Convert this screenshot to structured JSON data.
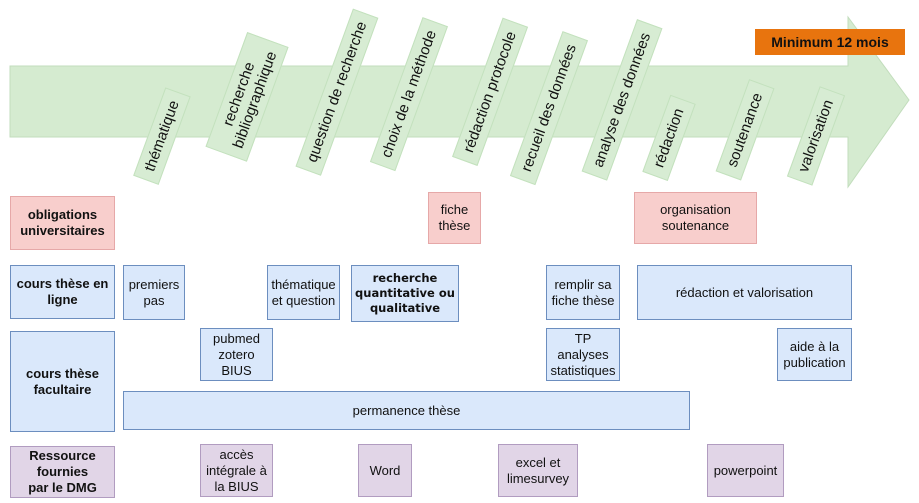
{
  "badge": "Minimum  12 mois",
  "stages": [
    "thématique",
    "recherche\nbibliographique",
    "question de recherche",
    "choix de la méthode",
    "rédaction protocole",
    "recueil des données",
    "analyse des données",
    "rédaction",
    "soutenance",
    "valorisation"
  ],
  "rows": {
    "obligations": "obligations\nuniversitaires",
    "cours_ligne": "cours thèse en\nligne",
    "cours_facultaire": "cours thèse\nfacultaire",
    "ressources": "Ressource\nfournies\npar le DMG"
  },
  "boxes": {
    "fiche_these": "fiche\nthèse",
    "organisation_soutenance": "organisation\nsoutenance",
    "premiers_pas": "premiers\npas",
    "thematique_question": "thématique\net question",
    "recherche_quanti": "recherche\nquantitative ou\nqualitative",
    "remplir_fiche": "remplir sa\nfiche thèse",
    "redaction_valorisation": "rédaction et valorisation",
    "pubmed": "pubmed\nzotero\nBIUS",
    "tp_analyses": "TP analyses\nstatistiques",
    "aide_publication": "aide à la\npublication",
    "permanence": "permanence thèse",
    "acces_bius": "accès\nintégrale à\nla BIUS",
    "word": "Word",
    "excel": "excel et\nlimesurvey",
    "powerpoint": "powerpoint"
  },
  "colors": {
    "arrow": "#d5ebd0",
    "badge": "#e8740e",
    "blue": "#dae8fb",
    "red": "#f8cecc",
    "purple": "#e1d5e7"
  }
}
